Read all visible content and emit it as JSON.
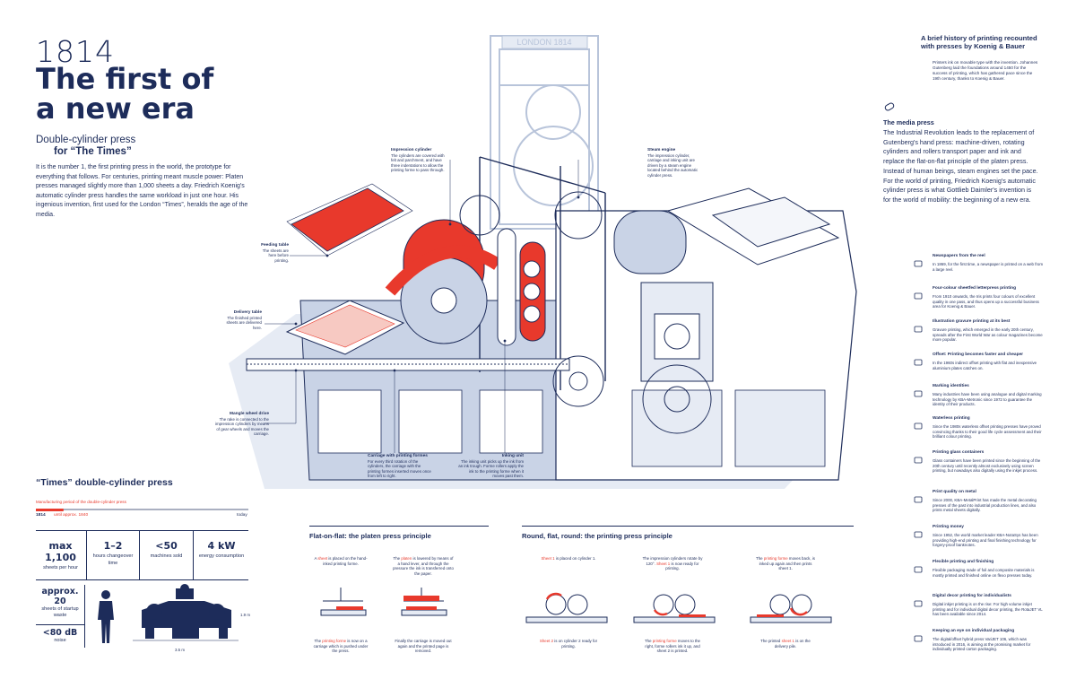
{
  "header": {
    "year": "1814",
    "title": "The first of a new era",
    "subtitle_line1": "Double-cylinder press",
    "subtitle_line2": "for “The Times”",
    "intro": "It is the number 1, the first printing press in the world, the prototype for everything that follows. For centuries, printing meant muscle power: Platen presses managed slightly more than 1,000 sheets a day. Friedrich Koenig's automatic cylinder press handles the same workload in just one hour. His ingenious invention, first used for the London “Times”, heralds the age of the media."
  },
  "machine_sign": "LONDON 1814",
  "callouts": {
    "impression_cylinder": {
      "title": "Impression cylinder",
      "text": "The cylinders are covered with felt and parchment, and have three indentations to allow the printing forme to pass through."
    },
    "steam_engine": {
      "title": "Steam engine",
      "text": "The impression cylinder, carriage and inking unit are driven by a steam engine located behind the automatic cylinder press."
    },
    "feeding_table": {
      "title": "Feeding table",
      "text": "The sheets are here before printing."
    },
    "delivery_table": {
      "title": "Delivery table",
      "text": "The finished printed sheets are delivered here."
    },
    "mangle_wheel": {
      "title": "Mangle wheel drive",
      "text": "The rake is connected to the impression cylinders by means of gear wheels and moves the carriage."
    },
    "carriage": {
      "title": "Carriage with printing formes",
      "text": "For every third rotation of the cylinders, the carriage with the printing formes inserted moves once from left to right."
    },
    "inking_unit": {
      "title": "Inking unit",
      "text": "The inking unit picks up the ink from an ink trough. Forme rollers apply the ink to the printing forme when it moves past them."
    }
  },
  "history": {
    "title": "A brief history of printing recounted with presses by Koenig & Bauer",
    "text": "Printers ink on movable type with the invention. Johannes Gutenberg laid the foundations around 1450 for the success of printing, which has gathered pace since the 19th century, thanks to Koenig & Bauer.",
    "media_title": "The media press",
    "media_text": "The Industrial Revolution leads to the replacement of Gutenberg's hand press: machine-driven, rotating cylinders and rollers transport paper and ink and replace the flat-on-flat principle of the platen press. Instead of human beings, steam engines set the pace. For the world of printing, Friedrich Koenig's automatic cylinder press is what Gottlieb Daimler's invention is for the world of mobility: the beginning of a new era.",
    "milestones": [
      {
        "title": "Newspapers from the reel",
        "text": "In 1869, for the first time, a newspaper is printed on a web from a large reel.",
        "icon": "reel-icon"
      },
      {
        "title": "Four-colour sheetfed letterpress printing",
        "text": "From 1910 onwards, the Iris prints four colours of excellent quality in one pass, and thus opens up a successful business area for Koenig & Bauer.",
        "icon": "colour-icon"
      },
      {
        "title": "Illustration gravure printing at its best",
        "text": "Gravure printing, which emerged in the early 20th century, spreads after the First World War as colour magazines become more popular.",
        "icon": "magazine-icon"
      },
      {
        "title": "Offset: Printing becomes faster and cheaper",
        "text": "In the 1960s indirect offset printing with flat and inexpensive aluminium plates catches on.",
        "icon": "offset-icon"
      },
      {
        "title": "Marking identities",
        "text": "Many industries have been using analogue and digital marking technology by KBA-Metronic since 1972 to guarantee the identity of their products.",
        "icon": "barcode-icon"
      },
      {
        "title": "Waterless printing",
        "text": "Since the 1980s waterless offset printing presses have proved convincing thanks to their good life cycle assessment and their brilliant colour printing.",
        "icon": "waterless-icon"
      },
      {
        "title": "Printing glass containers",
        "text": "Glass containers have been printed since the beginning of the 20th century until recently almost exclusively using screen printing, but nowadays also digitally using the inkjet process.",
        "icon": "bottle-icon"
      },
      {
        "title": "Print quality on metal",
        "text": "Since 2000, KBA-MetalPrint has made the metal decorating presses of the past into industrial production lines, and also prints metal sheets digitally.",
        "icon": "can-icon"
      },
      {
        "title": "Printing money",
        "text": "Since 1952, the world market leader KBA-NotaSys has been providing high-end printing and final finishing technology for forgery-proof banknotes.",
        "icon": "money-icon"
      },
      {
        "title": "Flexible printing and finishing",
        "text": "Flexible packaging made of foil and composite materials is mostly printed and finished online on flexo presses today.",
        "icon": "flexo-icon"
      },
      {
        "title": "Digital decor printing for individualists",
        "text": "Digital inkjet printing is on the rise: For high volume inkjet printing and for individual digital decor printing, the RotaJET VL has been available since 2014.",
        "icon": "decor-icon"
      },
      {
        "title": "Keeping an eye on individual packaging",
        "text": "The digital/offset hybrid press VariJET 106, which was introduced in 2016, is aiming at the promising market for individually printed carton packaging.",
        "icon": "box-icon"
      }
    ]
  },
  "stats": {
    "title": "“Times” double-cylinder press",
    "timeline_label": "Manufacturing period of the double-cylinder press",
    "timeline_start": "1814",
    "timeline_until": "until approx. 1840",
    "timeline_end": "today",
    "timeline_fraction": 0.13,
    "items": [
      {
        "value": "max 1,100",
        "label": "sheets per hour"
      },
      {
        "value": "1–2",
        "label": "hours changeover time"
      },
      {
        "value": "<50",
        "label": "machines sold"
      },
      {
        "value": "4 kW",
        "label": "energy consumption"
      }
    ],
    "waste_value": "approx. 20",
    "waste_label": "sheets of startup waste",
    "noise_value": "<80 dB",
    "noise_label": "noise",
    "height": "1.9 m",
    "width": "3.5 m"
  },
  "platen": {
    "title": "Flat-on-flat: the platen press principle",
    "steps_top": [
      {
        "pre": "A ",
        "red": "sheet",
        "post": " is placed on the hand-inked printing forme."
      },
      {
        "pre": "The ",
        "red": "platen",
        "post": " is lowered by means of a hand lever, and through the pressure the ink is transferred onto the paper."
      }
    ],
    "steps_bottom": [
      {
        "pre": "The ",
        "red": "printing forme",
        "post": " is now on a carriage which is pushed under the press."
      },
      {
        "pre": "Finally the carriage is moved out again and the printed page is removed.",
        "red": "",
        "post": ""
      }
    ]
  },
  "rotary": {
    "title": "Round, flat, round: the printing press principle",
    "steps_top": [
      {
        "pre": "",
        "red": "Sheet 1",
        "post": " is placed on cylinder 1."
      },
      {
        "pre": "The impression cylinders rotate by 120°. ",
        "red": "Sheet 1",
        "post": " is now ready for printing."
      },
      {
        "pre": "The ",
        "red": "printing forme",
        "post": " moves back, is inked up again and then prints sheet 1."
      }
    ],
    "steps_bottom": [
      {
        "pre": "",
        "red": "Sheet 2",
        "post": " is on cylinder 2 ready for printing."
      },
      {
        "pre": "The ",
        "red": "printing forme",
        "post": " moves to the right, forme rollers ink it up, and sheet 2 is printed."
      },
      {
        "pre": "The printed ",
        "red": "sheet 1",
        "post": " is on the delivery pile."
      }
    ]
  },
  "colors": {
    "navy": "#1d2c5a",
    "red": "#e8392c",
    "light_blue": "#c9d3e6",
    "pale_blue": "#e6ebf4"
  }
}
